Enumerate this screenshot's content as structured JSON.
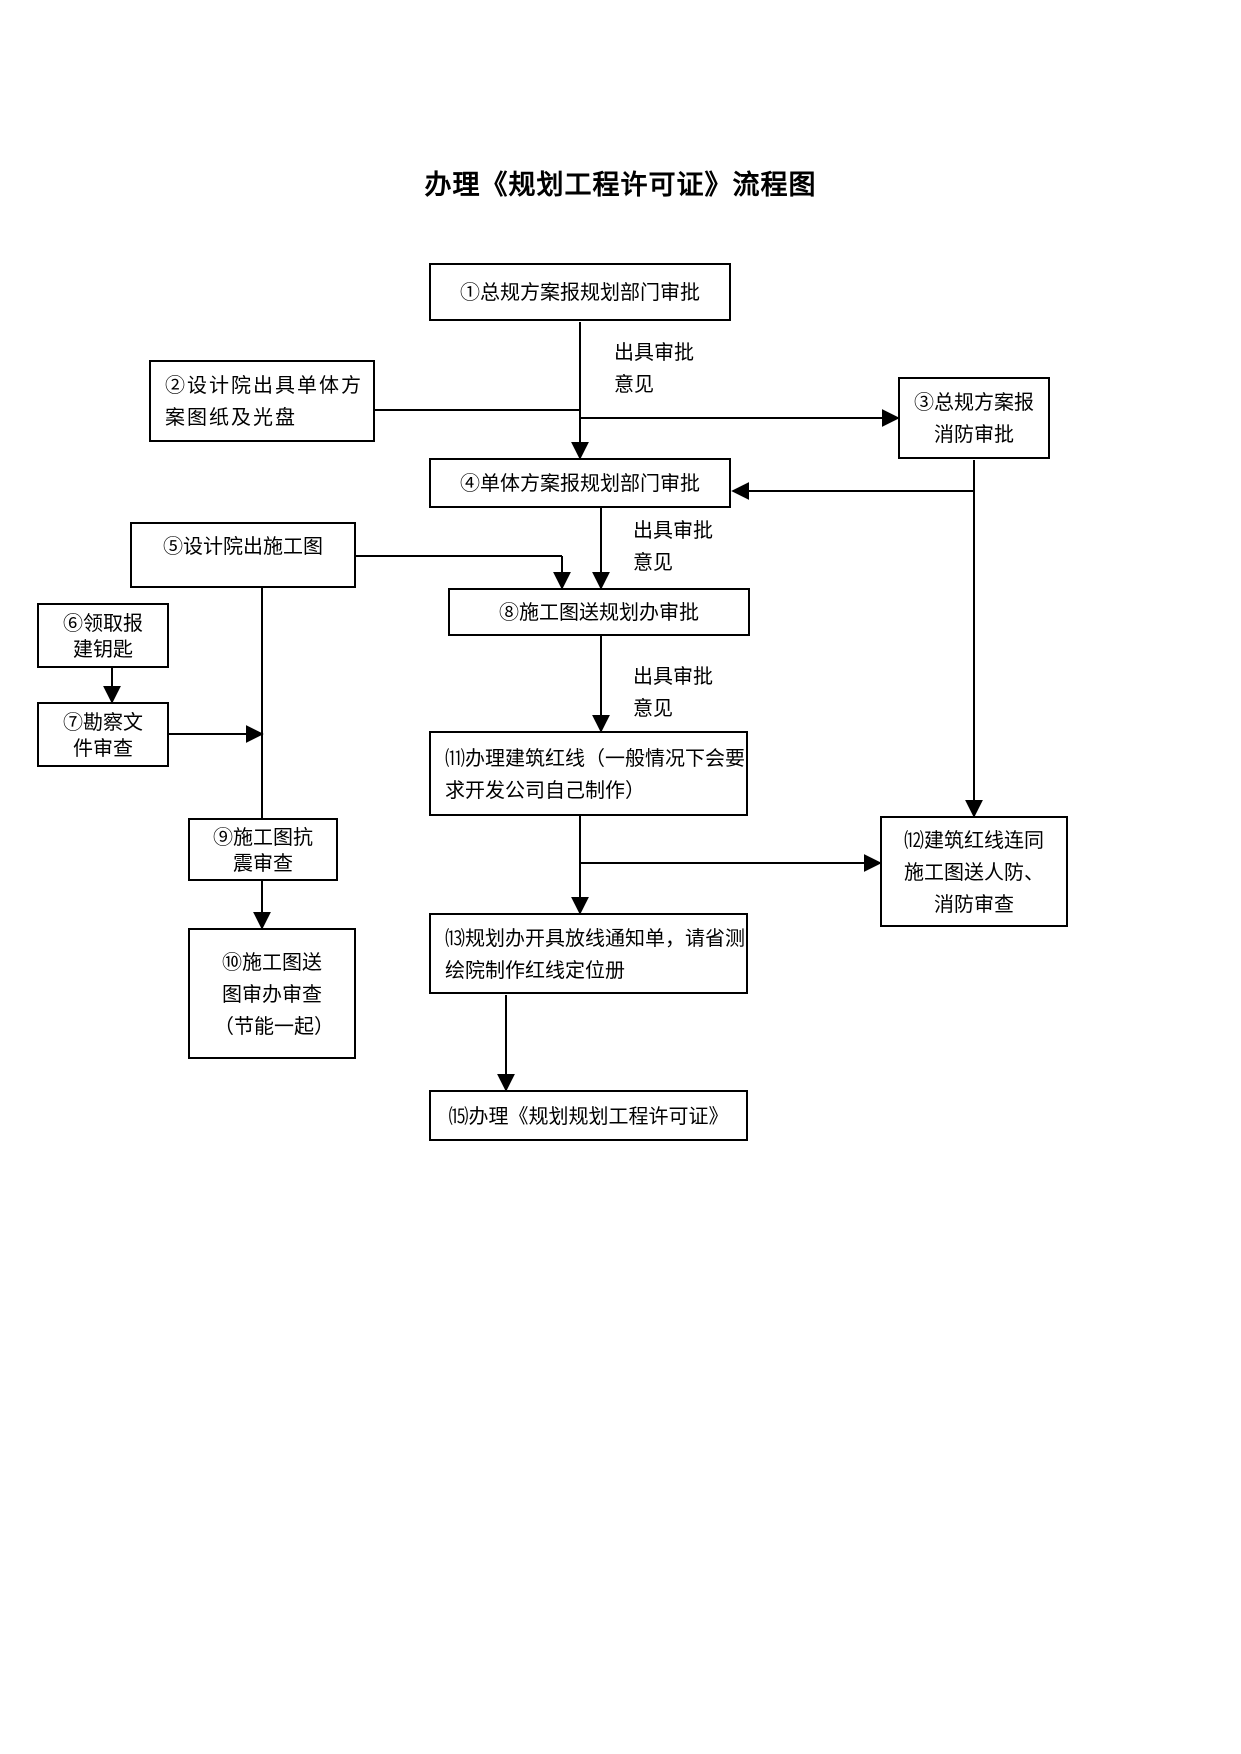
{
  "title": "办理《规划工程许可证》流程图",
  "nodes": {
    "n1": "①总规方案报规划部门审批",
    "n2": "②设计院出具单体方案图纸及光盘",
    "n3": "③总规方案报消防审批",
    "n4": "④单体方案报规划部门审批",
    "n5": "⑤设计院出施工图",
    "n6": "⑥领取报建钥匙",
    "n7": "⑦勘察文件审查",
    "n8": "⑧施工图送规划办审批",
    "n9": "⑨施工图抗震审查",
    "n10": "⑩施工图送图审办审查（节能一起）",
    "n11": "⑾办理建筑红线（一般情况下会要求开发公司自己制作）",
    "n12": "⑿建筑红线连同施工图送人防、消防审查",
    "n13": "⒀规划办开具放线通知单，请省测绘院制作红线定位册",
    "n15": "⒂办理《规划规划工程许可证》"
  },
  "notes": {
    "a": "出具审批意见",
    "b": "出具审批意见",
    "c": "出具审批意见"
  }
}
